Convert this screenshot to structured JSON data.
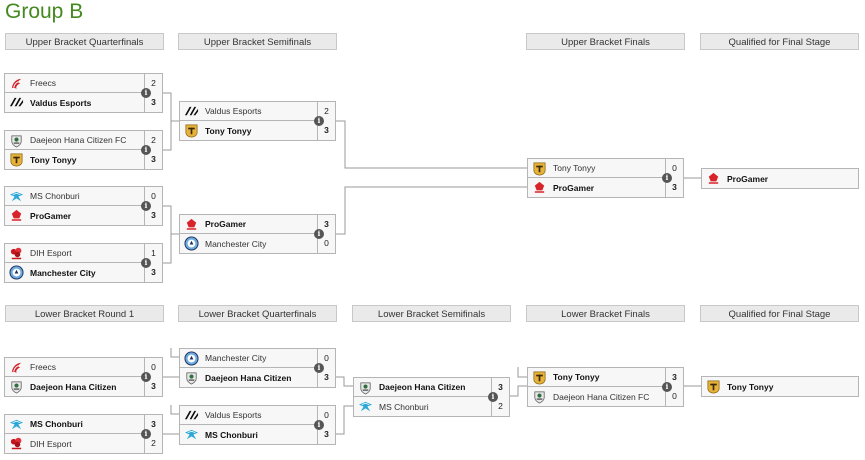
{
  "title": "Group B",
  "upper_headers": [
    "Upper Bracket Quarterfinals",
    "Upper Bracket Semifinals",
    "Upper Bracket Finals",
    "Qualified for Final Stage"
  ],
  "lower_headers": [
    "Lower Bracket Round 1",
    "Lower Bracket Quarterfinals",
    "Lower Bracket Semifinals",
    "Lower Bracket Finals",
    "Qualified for Final Stage"
  ],
  "info_glyph": "i",
  "colors": {
    "title": "#44891f",
    "header_bg": "#eaeaea",
    "box_bg": "#f7f7f7",
    "border": "#b5b5b5"
  },
  "matches": {
    "ubqf1": {
      "top": {
        "name": "Freecs",
        "score": "2",
        "icon": "freecs-logo-icon",
        "win": false
      },
      "bottom": {
        "name": "Valdus Esports",
        "score": "3",
        "icon": "valdus-logo-icon",
        "win": true
      }
    },
    "ubqf2": {
      "top": {
        "name": "Daejeon Hana Citizen FC",
        "score": "2",
        "icon": "daejeon-logo-icon",
        "win": false
      },
      "bottom": {
        "name": "Tony Tonyy",
        "score": "3",
        "icon": "tony-logo-icon",
        "win": true
      }
    },
    "ubqf3": {
      "top": {
        "name": "MS Chonburi",
        "score": "0",
        "icon": "chonburi-logo-icon",
        "win": false
      },
      "bottom": {
        "name": "ProGamer",
        "score": "3",
        "icon": "progamer-logo-icon",
        "win": true
      }
    },
    "ubqf4": {
      "top": {
        "name": "DIH Esport",
        "score": "1",
        "icon": "dih-logo-icon",
        "win": false
      },
      "bottom": {
        "name": "Manchester City",
        "score": "3",
        "icon": "mancity-logo-icon",
        "win": true
      }
    },
    "ubsf1": {
      "top": {
        "name": "Valdus Esports",
        "score": "2",
        "icon": "valdus-logo-icon",
        "win": false
      },
      "bottom": {
        "name": "Tony Tonyy",
        "score": "3",
        "icon": "tony-logo-icon",
        "win": true
      }
    },
    "ubsf2": {
      "top": {
        "name": "ProGamer",
        "score": "3",
        "icon": "progamer-logo-icon",
        "win": true
      },
      "bottom": {
        "name": "Manchester City",
        "score": "0",
        "icon": "mancity-logo-icon",
        "win": false
      }
    },
    "ubf": {
      "top": {
        "name": "Tony Tonyy",
        "score": "0",
        "icon": "tony-logo-icon",
        "win": false
      },
      "bottom": {
        "name": "ProGamer",
        "score": "3",
        "icon": "progamer-logo-icon",
        "win": true
      }
    },
    "lbr1a": {
      "top": {
        "name": "Freecs",
        "score": "0",
        "icon": "freecs-logo-icon",
        "win": false
      },
      "bottom": {
        "name": "Daejeon Hana Citizen",
        "score": "3",
        "icon": "daejeon-logo-icon",
        "win": true
      }
    },
    "lbr1b": {
      "top": {
        "name": "MS Chonburi",
        "score": "3",
        "icon": "chonburi-logo-icon",
        "win": true
      },
      "bottom": {
        "name": "DIH Esport",
        "score": "2",
        "icon": "dih-logo-icon",
        "win": false
      }
    },
    "lbqf1": {
      "top": {
        "name": "Manchester City",
        "score": "0",
        "icon": "mancity-logo-icon",
        "win": false
      },
      "bottom": {
        "name": "Daejeon Hana Citizen",
        "score": "3",
        "icon": "daejeon-logo-icon",
        "win": true
      }
    },
    "lbqf2": {
      "top": {
        "name": "Valdus Esports",
        "score": "0",
        "icon": "valdus-logo-icon",
        "win": false
      },
      "bottom": {
        "name": "MS Chonburi",
        "score": "3",
        "icon": "chonburi-logo-icon",
        "win": true
      }
    },
    "lbsf": {
      "top": {
        "name": "Daejeon Hana Citizen",
        "score": "3",
        "icon": "daejeon-logo-icon",
        "win": true
      },
      "bottom": {
        "name": "MS Chonburi",
        "score": "2",
        "icon": "chonburi-logo-icon",
        "win": false
      }
    },
    "lbf": {
      "top": {
        "name": "Tony Tonyy",
        "score": "3",
        "icon": "tony-logo-icon",
        "win": true
      },
      "bottom": {
        "name": "Daejeon Hana Citizen FC",
        "score": "0",
        "icon": "daejeon-logo-icon",
        "win": false
      }
    }
  },
  "qualified": {
    "upper": {
      "name": "ProGamer",
      "icon": "progamer-logo-icon"
    },
    "lower": {
      "name": "Tony Tonyy",
      "icon": "tony-logo-icon"
    }
  }
}
